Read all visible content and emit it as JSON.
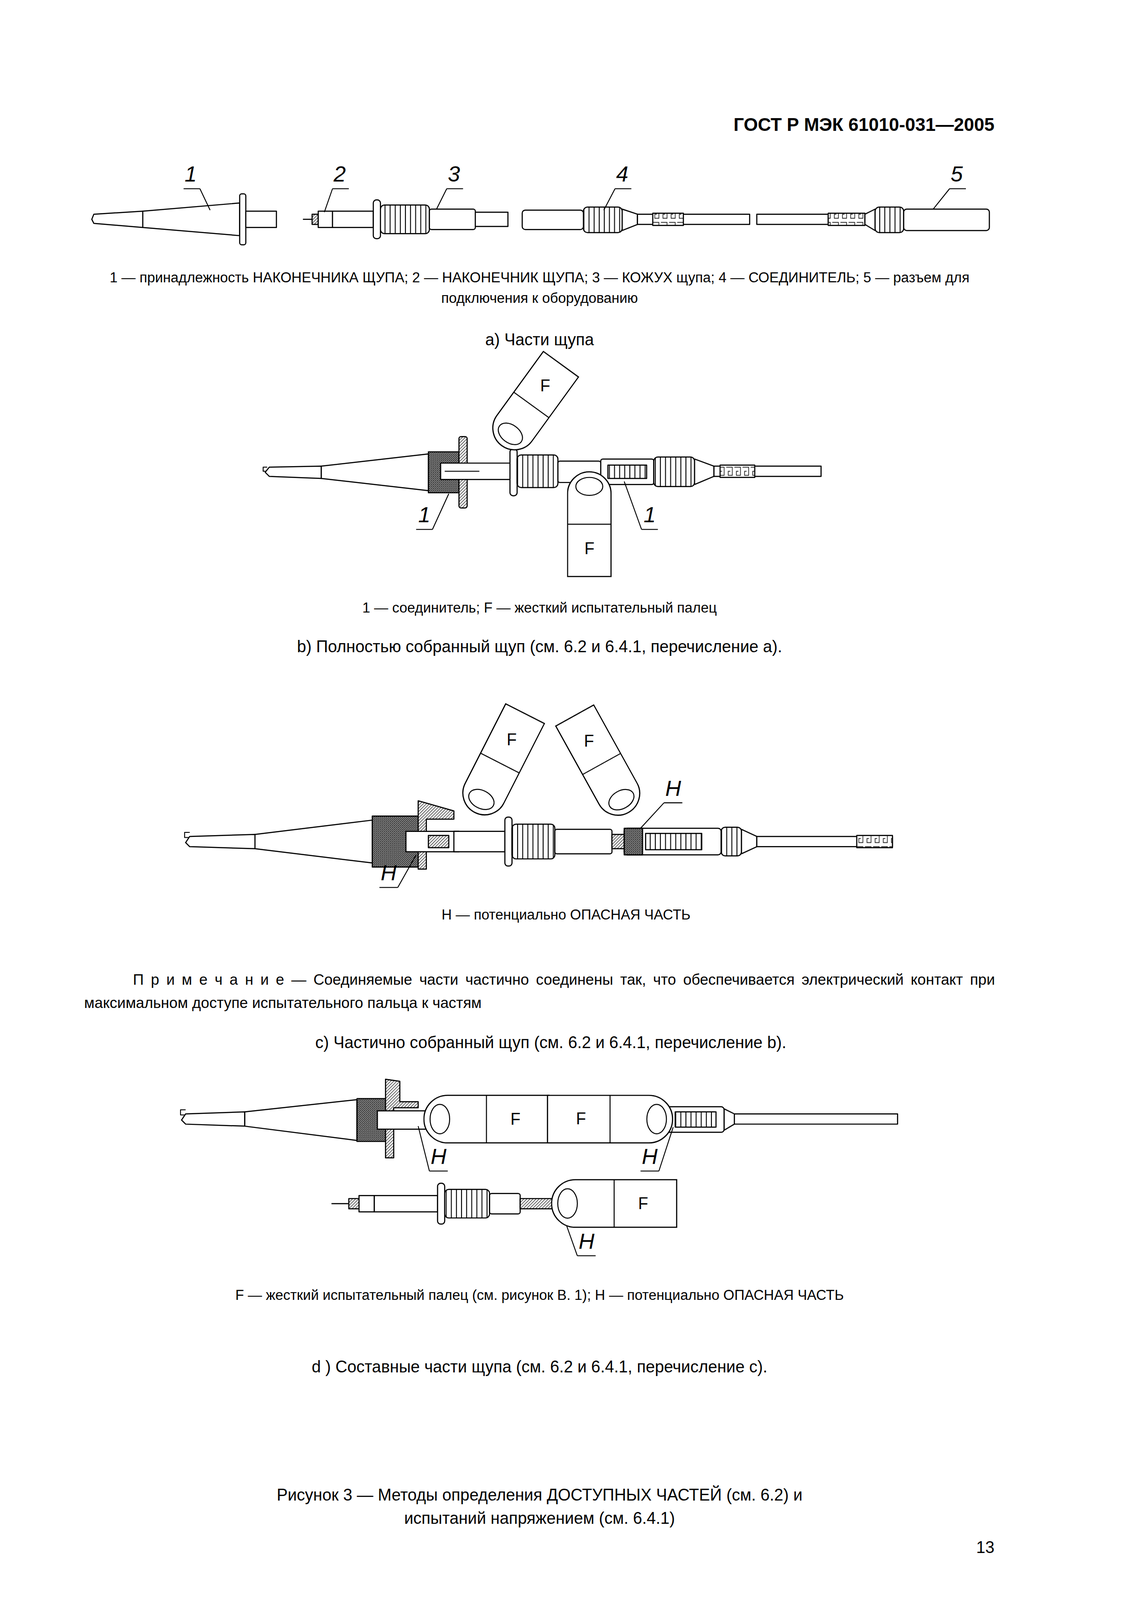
{
  "diagram": {
    "caption": "Рисунок 3 — Методы определения ДОСТУПНЫХ ЧАСТЕЙ (см. 6.2) и испытаний напряжением (см. 6.4.1)",
    "nodes": [
      {
        "text": [
          "F"
        ]
      },
      {
        "text": [
          "F"
        ]
      },
      {
        "text": [
          "F"
        ]
      },
      {
        "text": [
          "F"
        ]
      },
      {
        "text": [
          "F"
        ]
      },
      {
        "text": [
          "F"
        ]
      },
      {
        "text": [
          "F"
        ]
      }
    ],
    "labels": [
      "ГОСТ Р МЭК 61010-031—2005",
      "1",
      "2",
      "3",
      "4",
      "5",
      "1 — принадлежность НАКОНЕЧНИКА ЩУПА; 2 — НАКОНЕЧНИК ЩУПА; 3 — КОЖУХ щупа; 4 — СОЕДИНИТЕЛЬ; 5 — разъем для подключения к оборудованию",
      "a) Части щупа",
      "1",
      "1",
      "1 — соединитель; F — жесткий испытательный палец",
      "b) Полностью собранный щуп (см. 6.2 и 6.4.1, перечисление a).",
      "H",
      "H",
      "H — потенциально ОПАСНАЯ ЧАСТЬ",
      "П р и м е ч а н и е — Соединяемые части частично соединены так, что обеспечивается электрический контакт при максимальном доступе испытательного пальца к частям",
      "c) Частично собранный щуп (см. 6.2 и 6.4.1, перечисление b).",
      "H",
      "H",
      "H",
      "F — жесткий испытательный палец (см. рисунок В. 1); H — потенциально ОПАСНАЯ ЧАСТЬ",
      "d ) Составные части щупа (см. 6.2 и 6.4.1, перечисление c).",
      "13"
    ]
  }
}
